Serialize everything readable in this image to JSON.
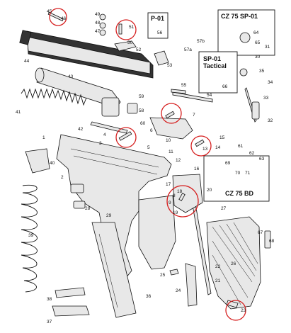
{
  "boxes": {
    "p01": "P-01",
    "sp01": "CZ 75 SP-01",
    "tactical": "SP-01\nTactical",
    "bd": "CZ 75 BD"
  },
  "labels": [
    "45",
    "46",
    "49",
    "48",
    "47",
    "51",
    "50",
    "52",
    "56",
    "57b",
    "57a",
    "64",
    "65",
    "31",
    "30",
    "53",
    "44",
    "43",
    "41",
    "42",
    "59",
    "58",
    "60",
    "55",
    "54",
    "35",
    "34",
    "33",
    "66",
    "32",
    "7",
    "6",
    "5",
    "4",
    "3",
    "2",
    "1",
    "40",
    "10",
    "11",
    "12",
    "13",
    "14",
    "15",
    "16",
    "17",
    "18",
    "19",
    "9",
    "8",
    "20",
    "21",
    "22",
    "23",
    "24",
    "25",
    "26",
    "27",
    "28",
    "29",
    "36",
    "37",
    "38",
    "39",
    "62",
    "63",
    "61",
    "67",
    "68",
    "69",
    "70",
    "71"
  ],
  "colors": {
    "highlight": "#d62020",
    "ink": "#111111",
    "part_fill": "#e8e8e8"
  }
}
